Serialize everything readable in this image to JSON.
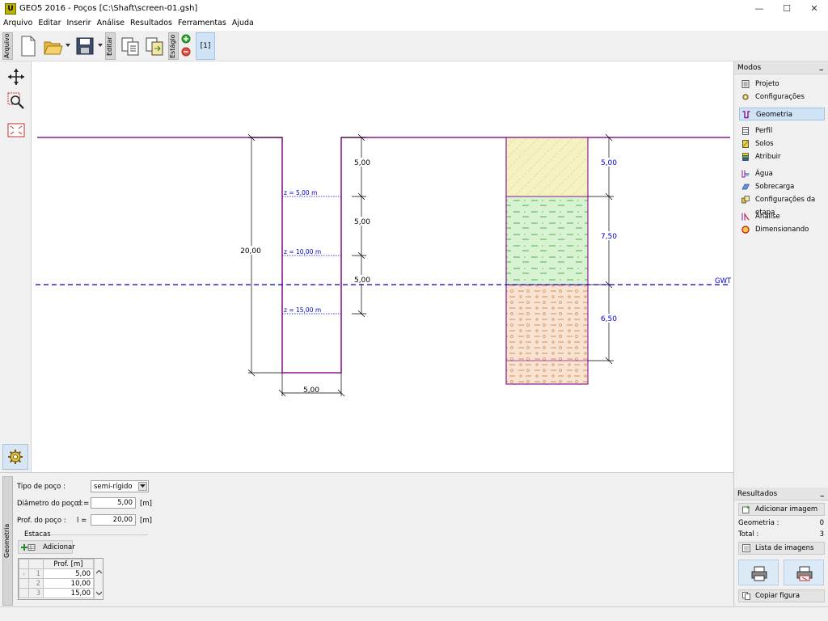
{
  "window": {
    "title": "GEO5 2016 - Poços [C:\\Shaft\\screen-01.gsh]",
    "app_icon_letter": "U",
    "minimize": "—",
    "maximize": "☐",
    "close": "✕"
  },
  "menu": [
    "Arquivo",
    "Editar",
    "Inserir",
    "Análise",
    "Resultados",
    "Ferramentas",
    "Ajuda"
  ],
  "toolbar": {
    "file_tab": "Arquivo",
    "edit_tab": "Editar",
    "stage_tab": "Estágio",
    "stage_label": "[1]"
  },
  "modes": {
    "header": "Modos",
    "items": [
      {
        "label": "Projeto",
        "icon": "list-icon",
        "active": false
      },
      {
        "label": "Configurações",
        "icon": "gear-icon",
        "active": false
      },
      {
        "label": "Geometria",
        "icon": "shaft-icon",
        "active": true
      },
      {
        "label": "Perfil",
        "icon": "profile-icon",
        "active": false
      },
      {
        "label": "Solos",
        "icon": "soil-icon",
        "active": false
      },
      {
        "label": "Atribuir",
        "icon": "assign-icon",
        "active": false
      },
      {
        "label": "Água",
        "icon": "water-icon",
        "active": false
      },
      {
        "label": "Sobrecarga",
        "icon": "surcharge-icon",
        "active": false
      },
      {
        "label": "Configurações da etapa",
        "icon": "stage-settings-icon",
        "active": false
      },
      {
        "label": "Análise",
        "icon": "analysis-icon",
        "active": false
      },
      {
        "label": "Dimensionando",
        "icon": "dimensioning-icon",
        "active": false
      }
    ]
  },
  "results": {
    "header": "Resultados",
    "add_image": "Adicionar imagem",
    "geometry_label": "Geometria :",
    "geometry_count": "0",
    "total_label": "Total :",
    "total_count": "3",
    "image_list": "Lista de imagens",
    "copy_figure": "Copiar figura"
  },
  "form": {
    "tab": "Geometria",
    "shaft_type_label": "Tipo de poço :",
    "shaft_type_value": "semi-rígido",
    "diameter_label": "Diâmetro do poço :",
    "diameter_symbol": "d =",
    "diameter_value": "5,00",
    "diameter_unit": "[m]",
    "depth_label": "Prof. do poço :",
    "depth_symbol": "l =",
    "depth_value": "20,00",
    "depth_unit": "[m]",
    "stakes_label": "Estacas",
    "add_button": "Adicionar",
    "table_header": "Prof. [m]",
    "rows": [
      {
        "n": "1",
        "value": "5,00"
      },
      {
        "n": "2",
        "value": "10,00"
      },
      {
        "n": "3",
        "value": "15,00"
      }
    ]
  },
  "drawing": {
    "shaft_height_label": "20,00",
    "shaft_width_label": "5,00",
    "segment_labels": [
      "5,00",
      "5,00",
      "5,00"
    ],
    "z_marks": [
      "z = 5,00 m",
      "z = 10,00 m",
      "z = 15,00 m"
    ],
    "layer_labels": [
      "5,00",
      "7,50",
      "6,50"
    ],
    "gwt_label": "GWT",
    "colors": {
      "shaft": "#8b1a8b",
      "gwt": "#0000c8",
      "layer1": "#f4f2c2",
      "layer2": "#d7f3d2",
      "layer3": "#f8e3d2"
    }
  }
}
